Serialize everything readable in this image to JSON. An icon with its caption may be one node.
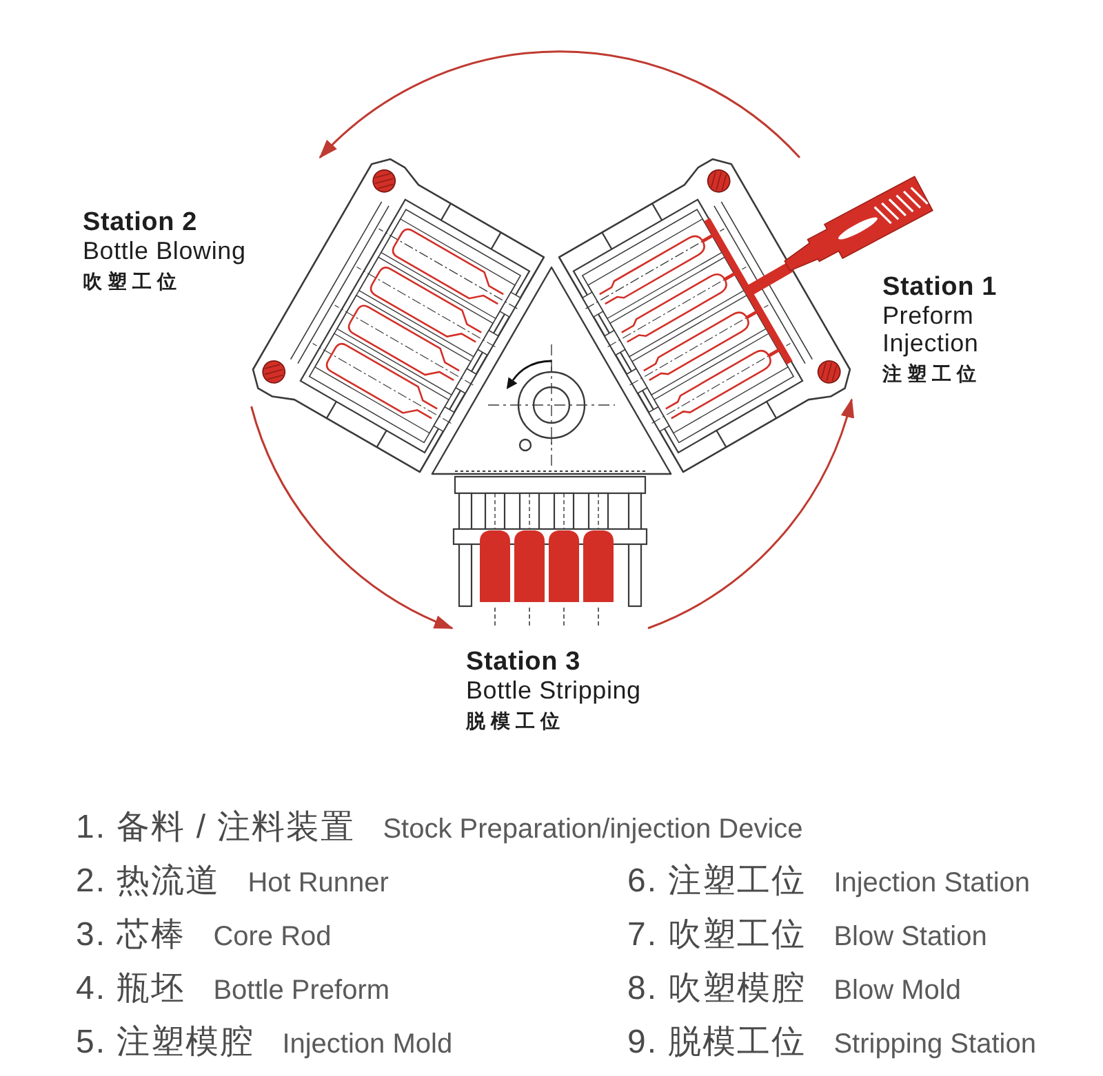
{
  "diagram": {
    "nodes": [
      {
        "text": [],
        "shape": "picture",
        "beside": [
          "Station 1",
          "Preform Injection",
          "注塑工位"
        ]
      },
      {
        "text": [],
        "shape": "picture",
        "beside": [
          "Station 2",
          "Bottle Blowing",
          "吹塑工位"
        ]
      },
      {
        "text": [],
        "shape": "picture",
        "beside": [
          "Station 3",
          "Bottle Stripping",
          "脱模工位"
        ]
      }
    ],
    "edges": [
      {
        "from": 0,
        "to": 1,
        "arrow": "to"
      },
      {
        "from": 1,
        "to": 2,
        "arrow": "to"
      },
      {
        "from": 2,
        "to": 0,
        "arrow": "to"
      }
    ],
    "labels": [
      "1. 备料 / 注料装置",
      "Stock Preparation/injection Device",
      "2. 热流道",
      "Hot Runner",
      "6. 注塑工位",
      "Injection Station",
      "3. 芯棒",
      "Core Rod",
      "7. 吹塑工位",
      "Blow Station",
      "4. 瓶坯",
      "Bottle Preform",
      "8. 吹塑模腔",
      "Blow Mold",
      "5. 注塑模腔",
      "Injection Mold",
      "9. 脱模工位",
      "Stripping Station"
    ]
  }
}
